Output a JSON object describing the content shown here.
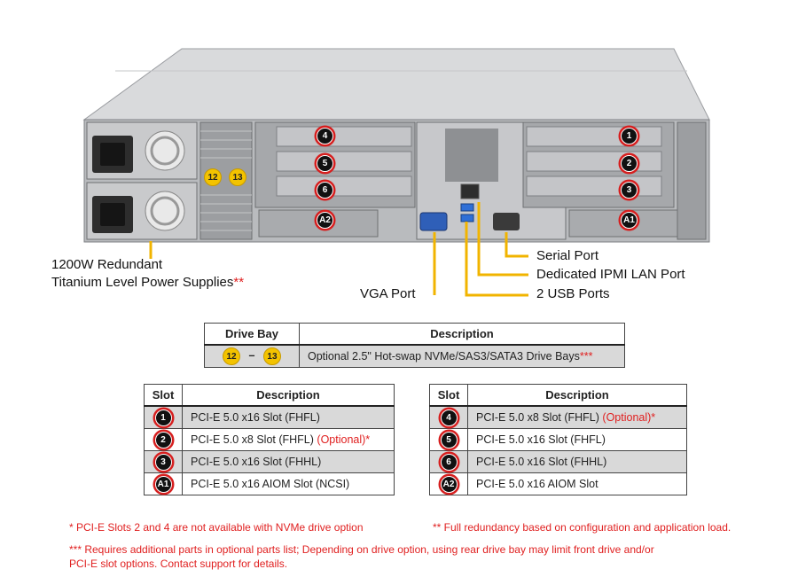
{
  "callouts": {
    "power_line1": "1200W Redundant",
    "power_line2": "Titanium  Level Power Supplies",
    "power_mark": "**",
    "vga": "VGA Port",
    "serial": "Serial Port",
    "ipmi": "Dedicated IPMI  LAN Port",
    "usb": "2 USB Ports"
  },
  "chassis_badges": {
    "b4": "4",
    "b5": "5",
    "b6": "6",
    "ba2": "A2",
    "b1": "1",
    "b2": "2",
    "b3": "3",
    "ba1": "A1",
    "d12": "12",
    "d13": "13"
  },
  "drive_table": {
    "headers": [
      "Drive Bay",
      "Description"
    ],
    "row": {
      "bay_start": "12",
      "dash": "–",
      "bay_end": "13",
      "description": "Optional 2.5\" Hot-swap  NVMe/SAS3/SATA3 Drive  Bays",
      "mark": "***"
    }
  },
  "left_table": {
    "headers": [
      "Slot",
      "Description"
    ],
    "rows": [
      {
        "slot": "1",
        "desc": "PCI-E  5.0 x16 Slot (FHFL)",
        "optional": ""
      },
      {
        "slot": "2",
        "desc": "PCI-E  5.0 x8 Slot (FHFL) ",
        "optional": "(Optional)*"
      },
      {
        "slot": "3",
        "desc": "PCI-E  5.0 x16 Slot (FHHL)",
        "optional": ""
      },
      {
        "slot": "A1",
        "desc": "PCI-E  5.0 x16 AIOM Slot (NCSI)",
        "optional": ""
      }
    ]
  },
  "right_table": {
    "headers": [
      "Slot",
      "Description"
    ],
    "rows": [
      {
        "slot": "4",
        "desc": "PCI-E  5.0 x8 Slot (FHFL) ",
        "optional": "(Optional)*"
      },
      {
        "slot": "5",
        "desc": "PCI-E  5.0 x16 Slot (FHFL)",
        "optional": ""
      },
      {
        "slot": "6",
        "desc": "PCI-E  5.0 x16 Slot (FHHL)",
        "optional": ""
      },
      {
        "slot": "A2",
        "desc": "PCI-E  5.0 x16 AIOM Slot",
        "optional": ""
      }
    ]
  },
  "notes": {
    "note1": "*  PCI-E  Slots 2 and 4 are  not  available  with  NVMe drive  option",
    "note2": "**  Full  redundancy  based  on  configuration  and  application  load.",
    "note3_line1": "*** Requires  additional  parts  in  optional  parts  list;  Depending  on  drive  option,  using  rear  drive  bay  may  limit  front  drive  and/or",
    "note3_line2": "PCI-E  slot  options.  Contact  support  for  details."
  },
  "colors": {
    "callout_line": "#f1b400",
    "badge_ring": "#d61f1f",
    "row_shade": "#d9d9d9",
    "note_red": "#e02020"
  }
}
